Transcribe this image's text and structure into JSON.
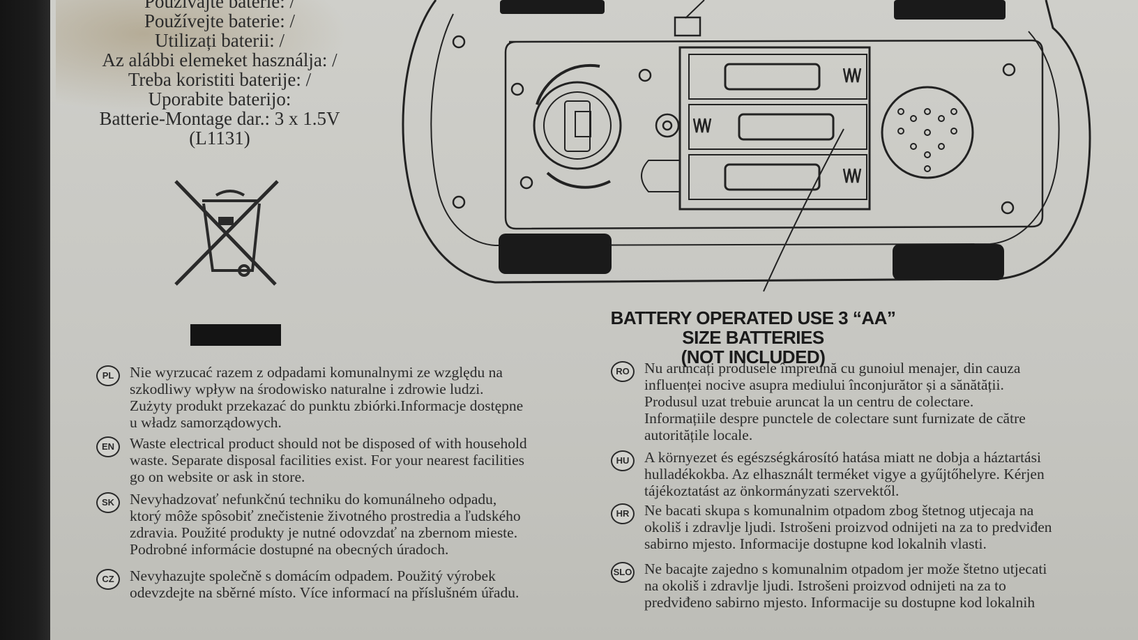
{
  "battery_usage_lines": [
    "Používajte batérie: /",
    "Používejte baterie: /",
    "Utilizați baterii: /",
    "Az alábbi elemeket használja: /",
    "Treba koristiti baterije: /",
    "Uporabite baterijo:",
    "Batterie-Montage dar.: 3 x 1.5V",
    "(L1131)"
  ],
  "battery_caption": [
    "BATTERY OPERATED USE 3 “AA”",
    "SIZE BATTERIES",
    "(NOT INCLUDED)"
  ],
  "notices_left": [
    {
      "code": "PL",
      "lines": [
        "Nie wyrzucać razem z odpadami komunalnymi ze względu na",
        "szkodliwy wpływ na środowisko naturalne i zdrowie ludzi.",
        "Zużyty produkt przekazać do punktu zbiórki.Informacje dostępne",
        "u władz samorządowych."
      ]
    },
    {
      "code": "EN",
      "lines": [
        "Waste electrical product should not be disposed of with household",
        "waste. Separate disposal facilities exist. For your nearest facilities",
        "go on website or ask in store."
      ]
    },
    {
      "code": "SK",
      "lines": [
        "Nevyhadzovať nefunkčnú techniku do komunálneho odpadu,",
        "ktorý môže spôsobiť znečistenie životného prostredia a ľudského",
        "zdravia. Použité produkty je nutné odovzdať na zbernom mieste.",
        "Podrobné informácie dostupné na obecných úradoch."
      ]
    },
    {
      "code": "CZ",
      "lines": [
        "Nevyhazujte společně s domácím odpadem. Použitý výrobek",
        "odevzdejte na sběrné místo. Více informací na příslušném úřadu."
      ]
    }
  ],
  "notices_right": [
    {
      "code": "RO",
      "lines": [
        "Nu aruncați produsele împreună cu gunoiul menajer, din cauza",
        "influenței nocive asupra mediului înconjurător și a sănătății.",
        "Produsul uzat trebuie aruncat la un centru de colectare.",
        "Informațiile despre punctele de colectare sunt furnizate de către",
        "autoritățile locale."
      ]
    },
    {
      "code": "HU",
      "lines": [
        "A környezet és egészségkárosító hatása miatt ne dobja a háztartási",
        "hulladékokba. Az elhasznált terméket vigye a gyűjtőhelyre. Kérjen",
        "tájékoztatást az önkormányzati szervektől."
      ]
    },
    {
      "code": "HR",
      "lines": [
        "Ne bacati skupa s komunalnim otpadom zbog štetnog utjecaja na",
        "okoliš i zdravlje ljudi. Istrošeni proizvod odnijeti na za to predviđen",
        "sabirno mjesto. Informacije dostupne kod lokalnih vlasti."
      ]
    },
    {
      "code": "SLO",
      "lines": [
        "Ne bacajte zajedno s komunalnim otpadom jer može štetno utjecati",
        "na okoliš i zdravlje ljudi. Istrošeni proizvod odnijeti na za to",
        "predviđeno sabirno mjesto. Informacije su dostupne kod lokalnih"
      ]
    }
  ],
  "icons": [
    "crossed-out-wheelie-bin-icon",
    "toy-car-underside-diagram"
  ],
  "colors": {
    "paper": "#c9c9c4",
    "ink": "#1e1e1e",
    "edge": "#141414"
  }
}
